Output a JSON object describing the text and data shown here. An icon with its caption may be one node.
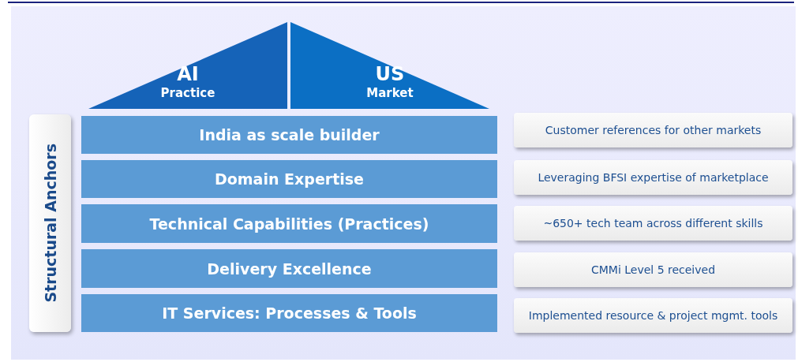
{
  "diagram": {
    "nodes": [
      {
        "text": [
          "AI",
          "Practice"
        ]
      },
      {
        "text": [
          "US",
          "Market"
        ]
      },
      {
        "text": [
          "Structural Anchors"
        ]
      },
      {
        "text": [
          "India as scale builder"
        ]
      },
      {
        "text": [
          "Customer references for other markets"
        ]
      },
      {
        "text": [
          "Domain Expertise"
        ]
      },
      {
        "text": [
          "Leveraging BFSI expertise of marketplace"
        ]
      },
      {
        "text": [
          "Technical Capabilities (Practices)"
        ]
      },
      {
        "text": [
          "~650+ tech team across different skills"
        ]
      },
      {
        "text": [
          "Delivery Excellence"
        ]
      },
      {
        "text": [
          "CMMi Level 5 received"
        ]
      },
      {
        "text": [
          "IT Services: Processes & Tools"
        ]
      },
      {
        "text": [
          "Implemented resource & project mgmt. tools"
        ]
      }
    ],
    "edges": []
  }
}
